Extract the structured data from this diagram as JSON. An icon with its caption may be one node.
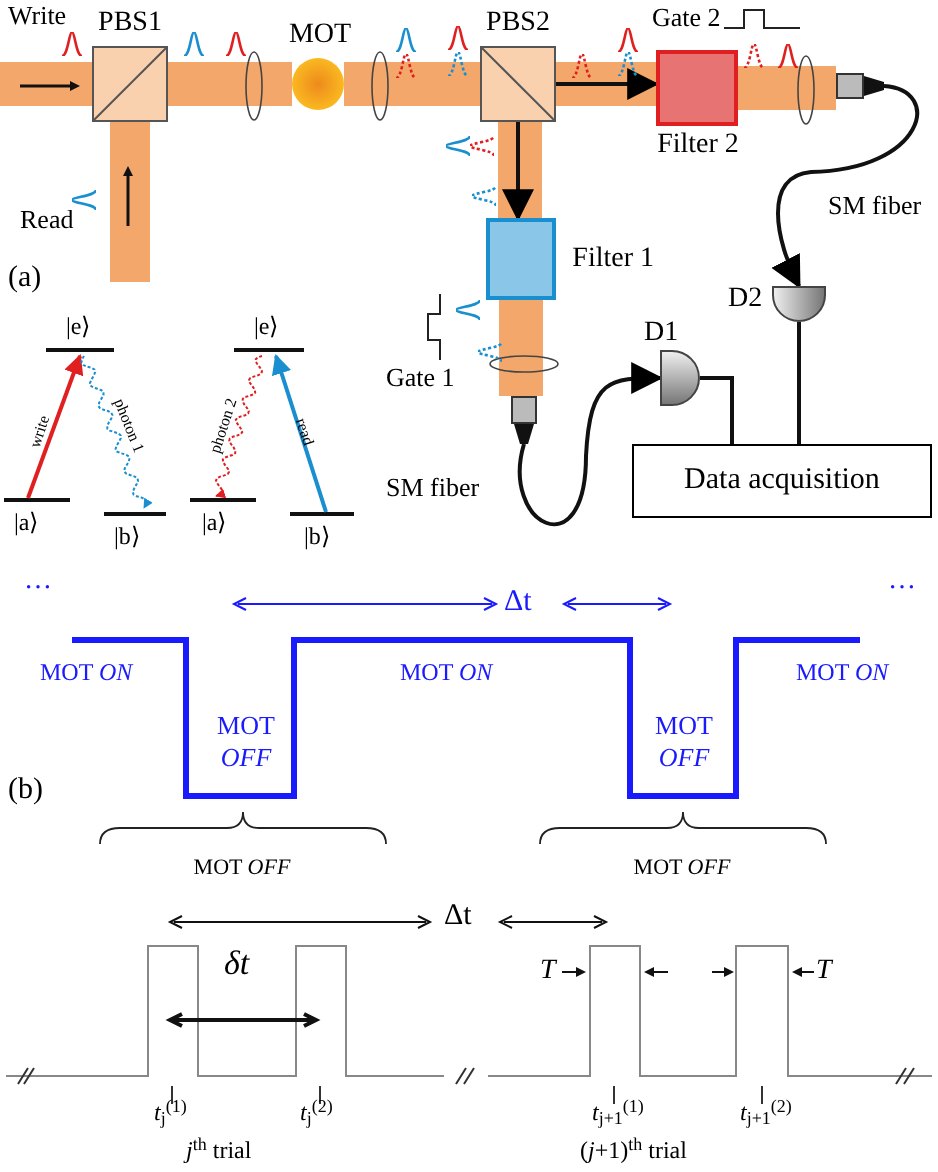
{
  "diagram": {
    "nodes": [
      {
        "text": [
          "PBS1"
        ]
      },
      {
        "text": [
          "MOT"
        ]
      },
      {
        "text": [
          "PBS2"
        ]
      },
      {
        "text": [
          "Filter 2"
        ]
      },
      {
        "text": [
          "Filter 1"
        ]
      },
      {
        "text": [
          "D1"
        ]
      },
      {
        "text": [
          "D2"
        ]
      },
      {
        "text": [
          "Data acquisition"
        ]
      },
      {
        "text": [],
        "shape": "box"
      },
      {
        "text": [],
        "shape": "box"
      }
    ],
    "edges": [
      {
        "from": 0,
        "to": 1,
        "arrow": "none",
        "style": "thick",
        "color": "#f08a38"
      },
      {
        "from": 1,
        "to": 2,
        "arrow": "none",
        "style": "thick",
        "color": "#f08a38"
      },
      {
        "from": 2,
        "to": 3,
        "arrow": "to"
      },
      {
        "from": 3,
        "to": 8,
        "arrow": "none",
        "style": "thick",
        "color": "#f08a38"
      },
      {
        "from": 2,
        "to": 4,
        "arrow": "to"
      },
      {
        "from": 4,
        "to": 9,
        "arrow": "none",
        "style": "thick",
        "color": "#f08a38"
      },
      {
        "from": 8,
        "to": 6,
        "arrow": "to",
        "label": "SM fiber"
      },
      {
        "from": 9,
        "to": 5,
        "arrow": "to",
        "label": "SM fiber"
      },
      {
        "from": 5,
        "to": 7,
        "arrow": "none"
      },
      {
        "from": 6,
        "to": 7,
        "arrow": "none"
      }
    ],
    "labels": [
      "Write",
      "Read",
      "Gate 2",
      "(a)",
      "Gate 1",
      "|e⟩",
      "|a⟩",
      "|b⟩",
      "write",
      "photon 1",
      "|e⟩",
      "|a⟩",
      "|b⟩",
      "photon 2",
      "read",
      "…",
      "Δt",
      "…",
      "MOT *ON*",
      "MOT *ON*",
      "MOT *ON*",
      "MOT *OFF*",
      "MOT *OFF*",
      "(b)",
      "MOT *OFF*",
      "MOT *OFF*",
      "Δt",
      "δt",
      "T",
      "T",
      "*t*$_{j}$$^{(1)}$",
      "*t*$_{j}$$^{(2)}$",
      "*t*$_{j+1}$$^{(1)}$",
      "*t*$_{j+1}$$^{(2)}$",
      "*j*$^{th}$ trial",
      "(*j*+1)$^{th}$ trial"
    ]
  }
}
